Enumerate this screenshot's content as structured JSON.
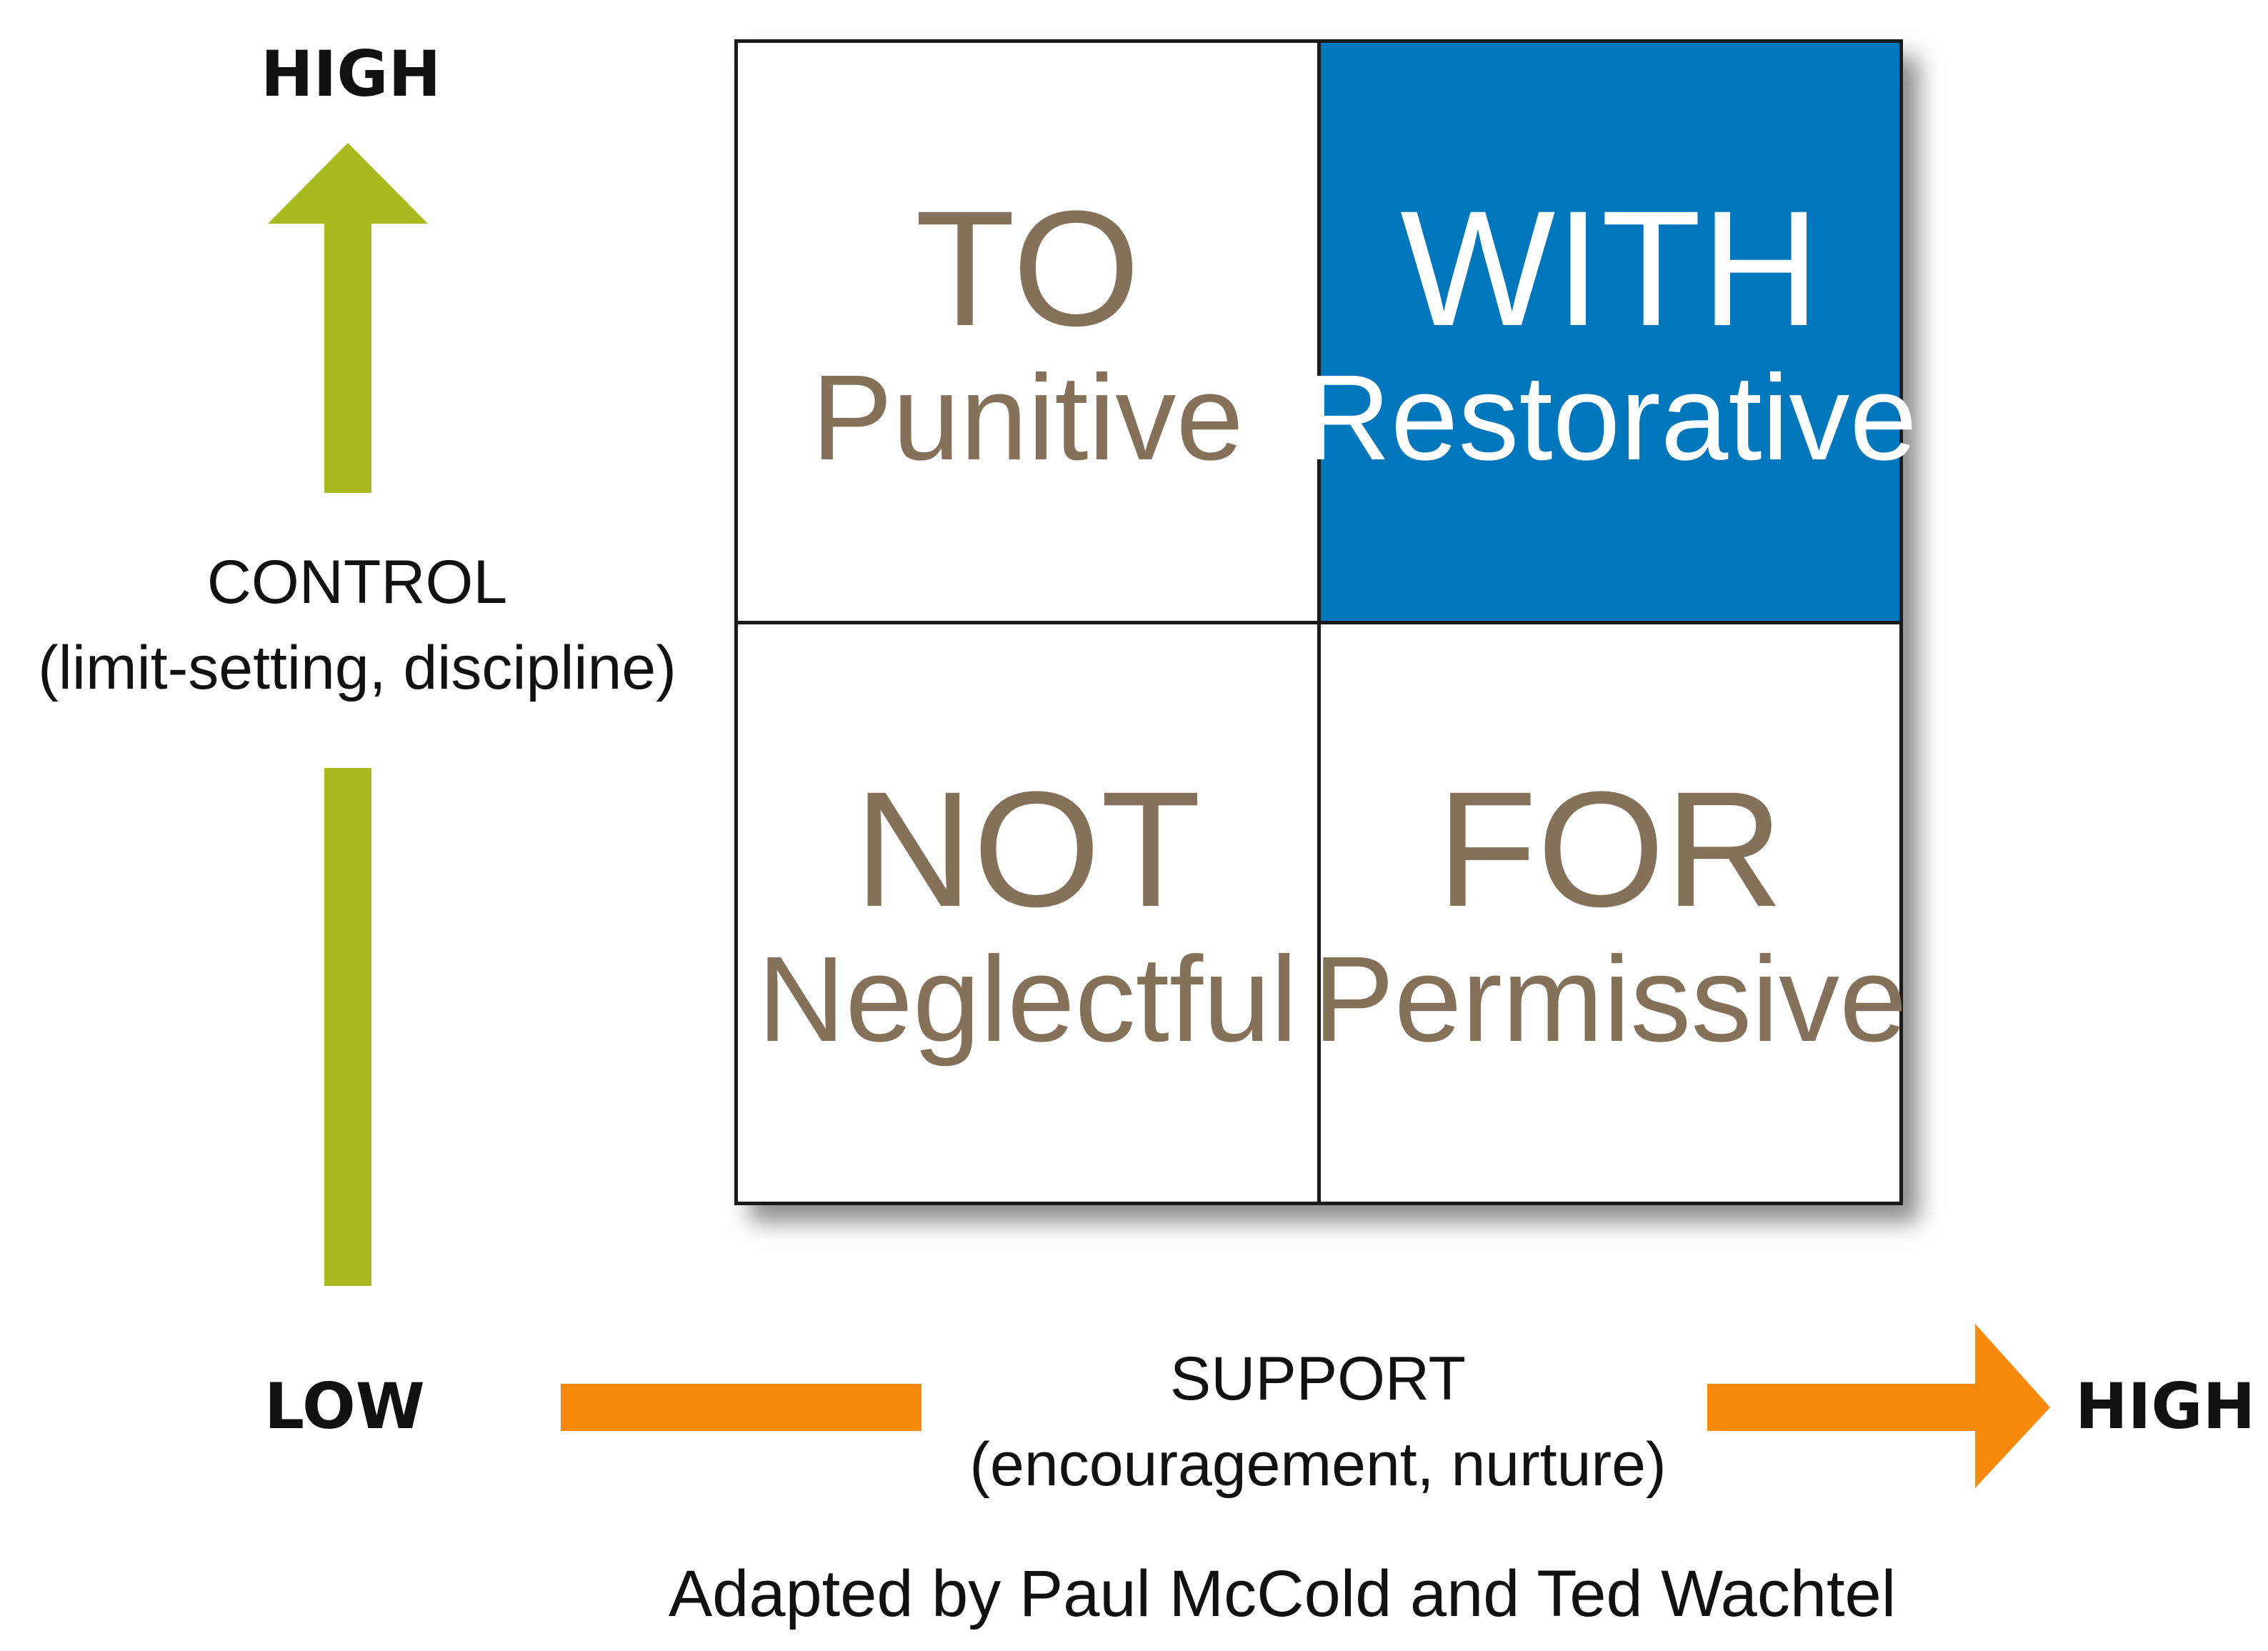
{
  "axes": {
    "vertical": {
      "high_label": "HIGH",
      "title": "CONTROL",
      "subtitle": "(limit-setting, discipline)"
    },
    "horizontal": {
      "low_label": "LOW",
      "title": "SUPPORT",
      "subtitle": "(encouragement, nurture)",
      "high_label": "HIGH"
    }
  },
  "quadrants": {
    "top_left": {
      "title": "TO",
      "subtitle": "Punitive"
    },
    "top_right": {
      "title": "WITH",
      "subtitle": "Restorative"
    },
    "bottom_left": {
      "title": "NOT",
      "subtitle": "Neglectful"
    },
    "bottom_right": {
      "title": "FOR",
      "subtitle": "Permissive"
    }
  },
  "credit": "Adapted by Paul McCold and Ted Wachtel",
  "colors": {
    "vertical_arrow": "#a9b920",
    "horizontal_arrow": "#f7890c",
    "highlight_quadrant": "#0077bd",
    "quadrant_text": "#85705a"
  }
}
